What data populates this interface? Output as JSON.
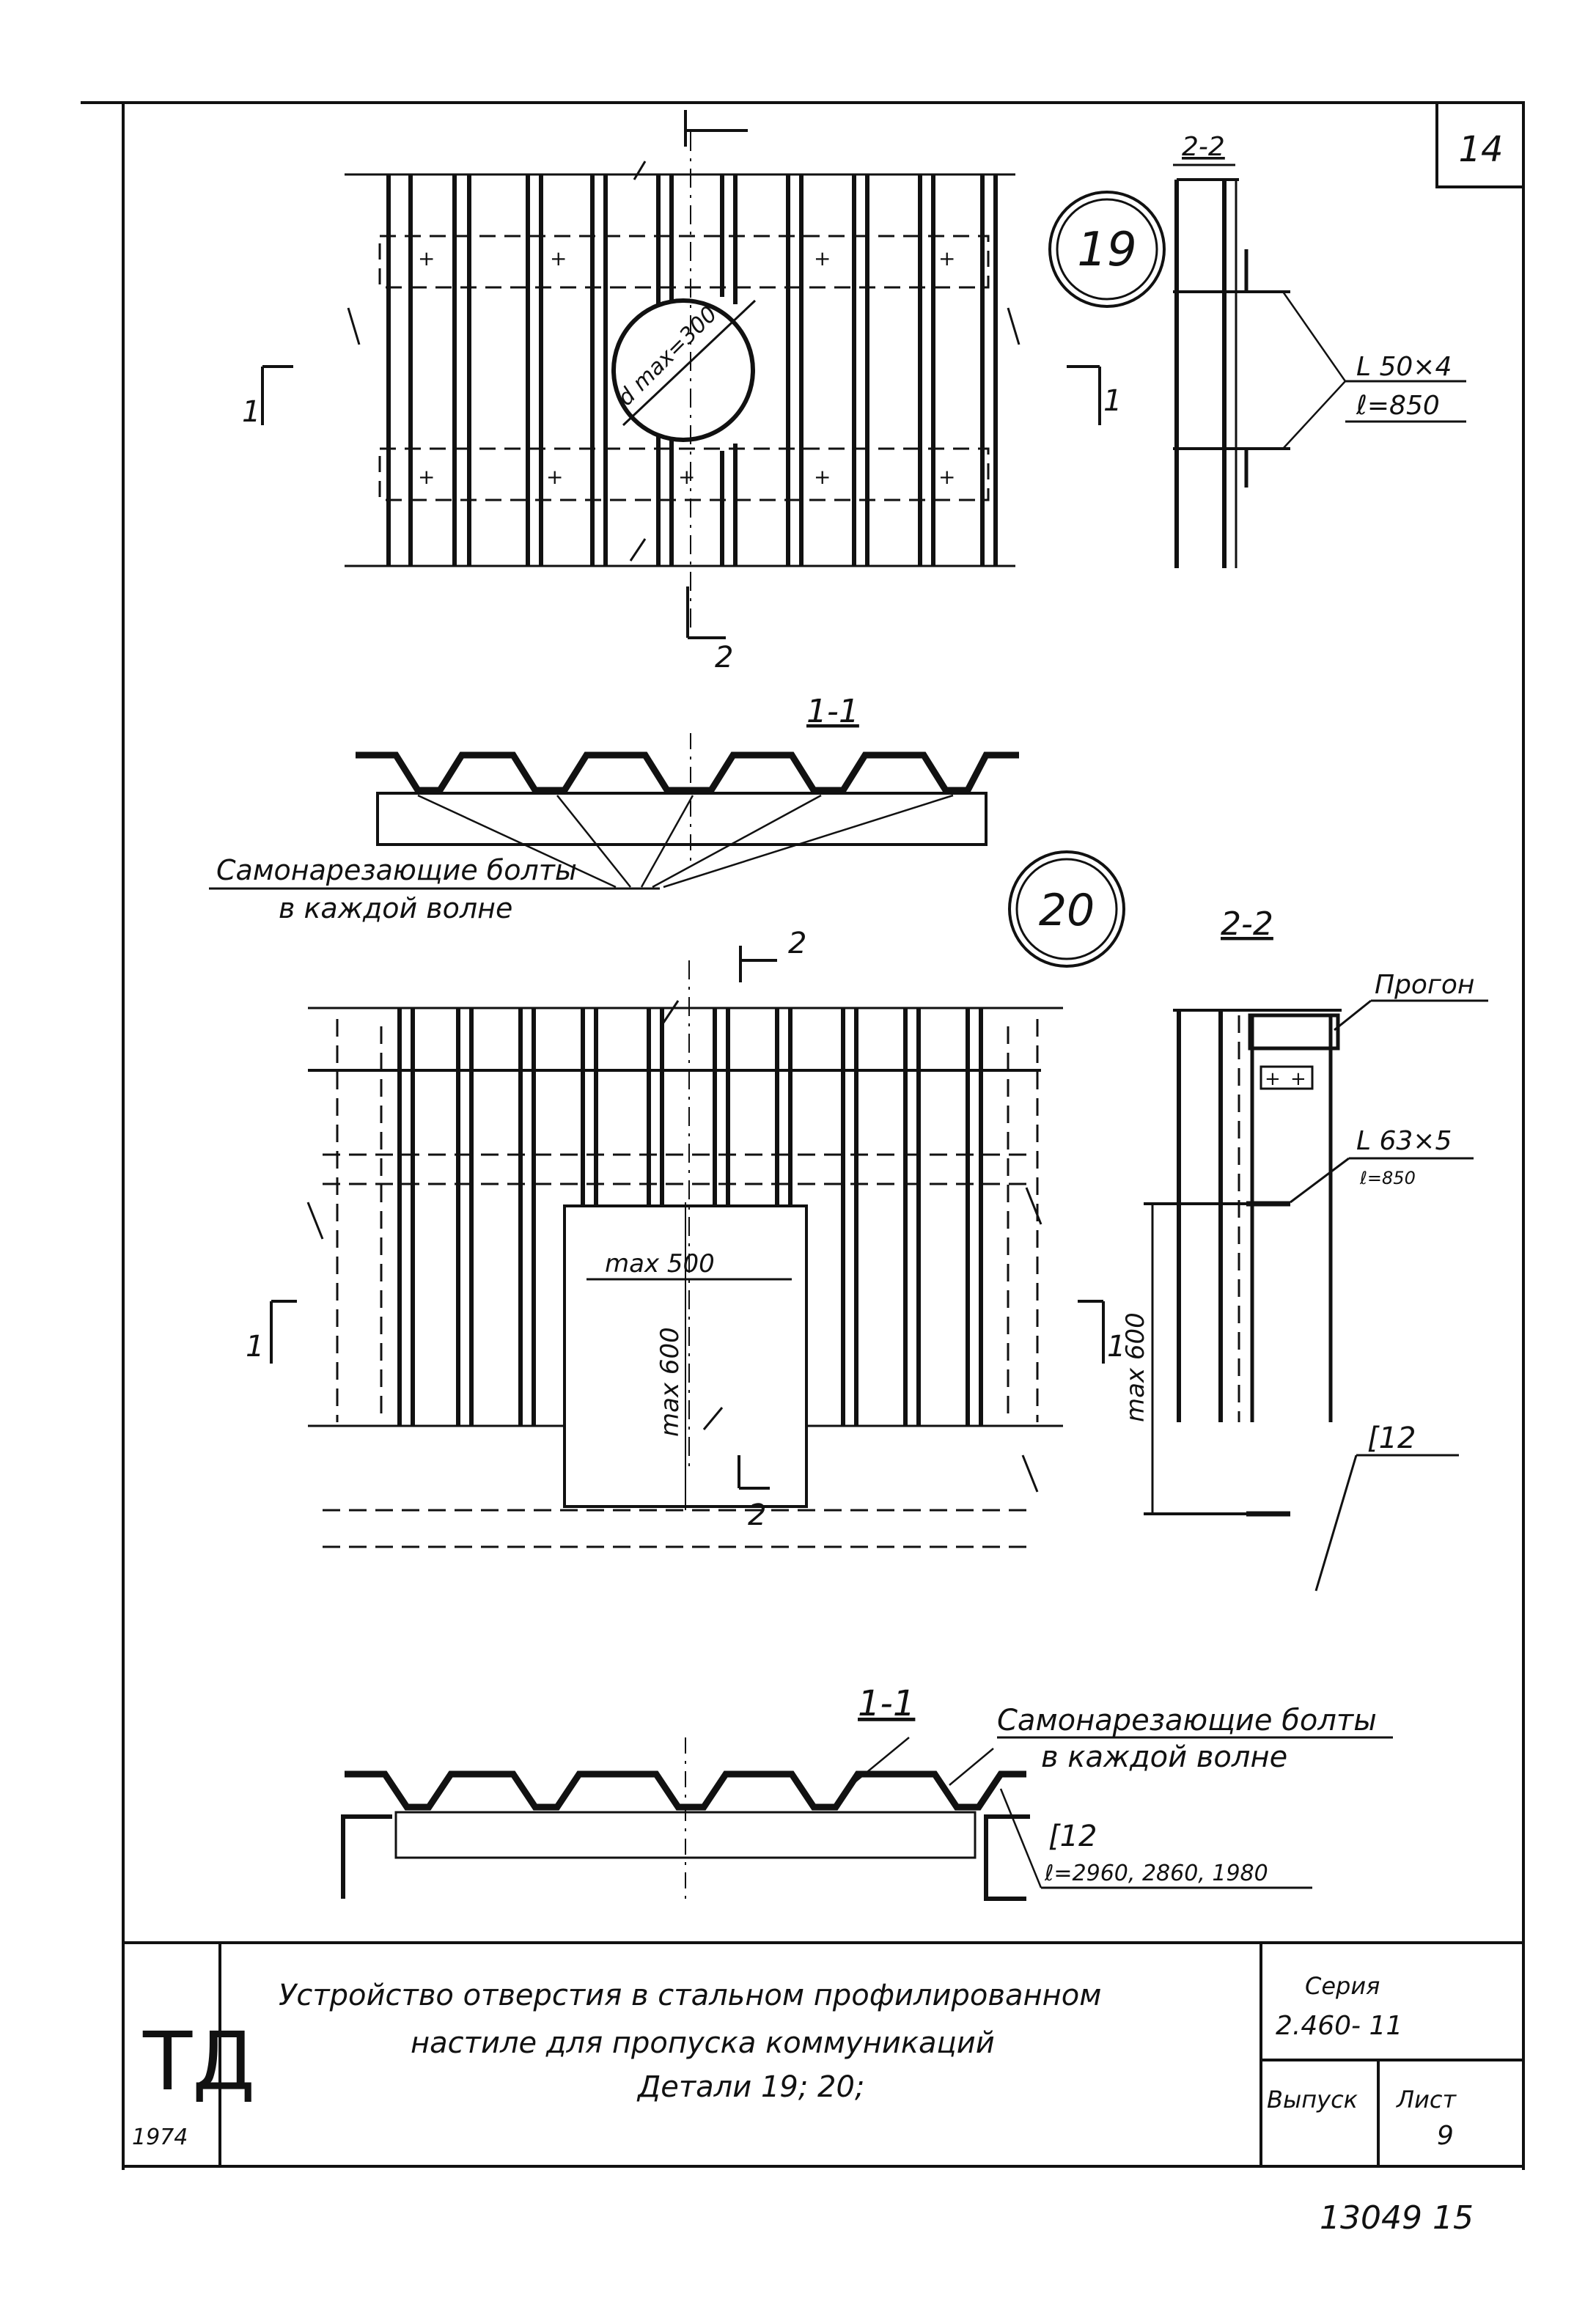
{
  "sheet": {
    "sheet_number_top": "14",
    "footer_stamp": "13049  15"
  },
  "detail19": {
    "callout": "19",
    "hole_label": "d max=300",
    "cut_1_left": "1",
    "cut_1_right": "1",
    "cut_2_top": "",
    "cut_2_bottom": "2",
    "section22_title": "2-2",
    "angle_label": "L 50×4",
    "angle_length": "ℓ=850"
  },
  "section11_top": {
    "title": "1-1",
    "note_line1": "Самонарезающие болты",
    "note_line2": "в каждой волне"
  },
  "detail20": {
    "callout": "20",
    "cut_2_top": "2",
    "cut_2_bottom": "2",
    "cut_1_left": "1",
    "cut_1_right": "1",
    "width_label": "max 500",
    "height_label": "max 600",
    "section22_title": "2-2",
    "purlin_label": "Прогон",
    "angle_label": "L 63×5",
    "angle_length": "ℓ=850",
    "side_height_label": "max 600",
    "channel_label": "[12"
  },
  "section11_bottom": {
    "title": "1-1",
    "note_line1": "Самонарезающие болты",
    "note_line2": "в каждой волне",
    "channel_label": "[12",
    "channel_lengths": "ℓ=2960, 2860, 1980"
  },
  "title_block": {
    "logo": "ТД",
    "year": "1974",
    "title_line1": "Устройство отверстия в стальном профилированном",
    "title_line2": "настиле для пропуска коммуникаций",
    "title_line3": "Детали 19; 20;",
    "series_label": "Серия",
    "series_value": "2.460- 11",
    "issue_label": "Выпуск",
    "sheet_label": "Лист",
    "sheet_value": "9"
  }
}
